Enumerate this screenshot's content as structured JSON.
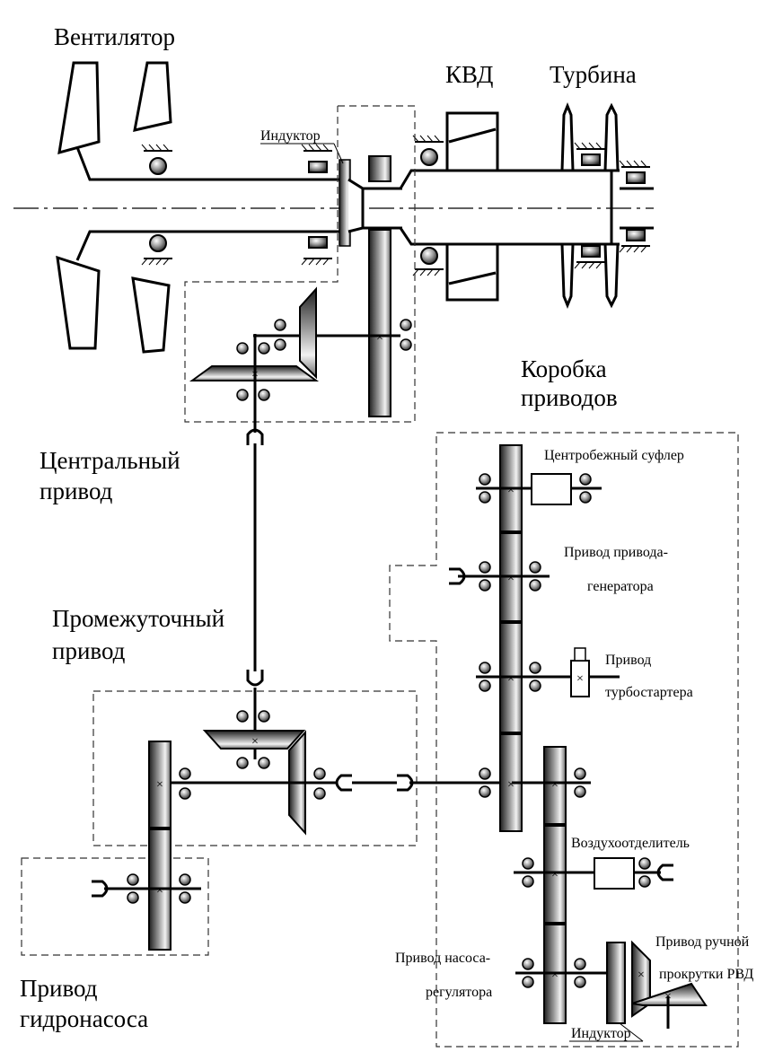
{
  "labels": {
    "fan": "Вентилятор",
    "hpc": "КВД",
    "turbine": "Турбина",
    "inductor_top": "Индуктор",
    "gearbox_line1": "Коробка",
    "gearbox_line2": "приводов",
    "central_line1": "Центральный",
    "central_line2": "привод",
    "intermediate_line1": "Промежуточный",
    "intermediate_line2": "привод",
    "hydro_line1": "Привод",
    "hydro_line2": "гидронасоса",
    "breather": "Центробежный суфлер",
    "generator_line1": "Привод привода-",
    "generator_line2": "генератора",
    "starter_line1": "Привод",
    "starter_line2": "турбостартера",
    "air_separator": "Воздухоотделитель",
    "manual_line1": "Привод ручной",
    "manual_line2": "прокрутки РВД",
    "pump_line1": "Привод насоса-",
    "pump_line2": "регулятора",
    "inductor_bottom": "Индуктор"
  },
  "colors": {
    "line": "#000000",
    "gear_dark": "#2a2a2a",
    "gear_light": "#f4f4f4",
    "dash": "#333333"
  }
}
